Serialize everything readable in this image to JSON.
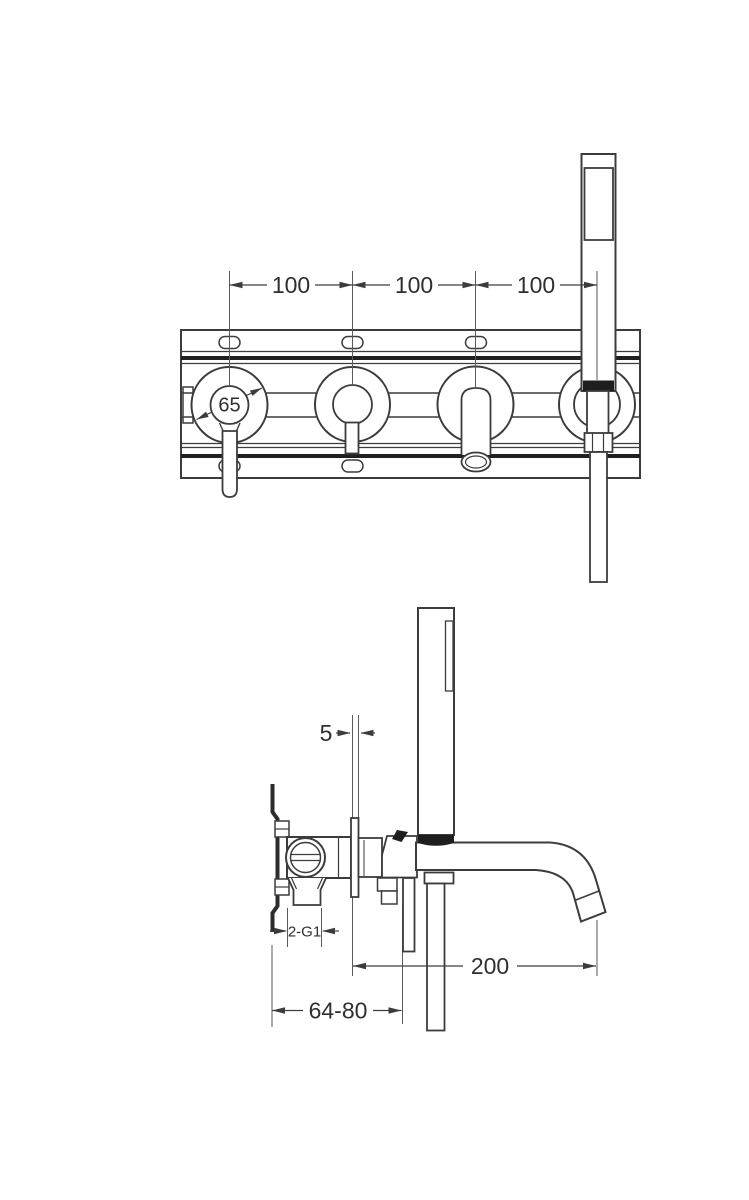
{
  "drawing": {
    "background": "#ffffff",
    "line_color": "#3c3c3c",
    "dark_accent_color": "#1e1e1e",
    "front_view": {
      "hole_spacing_dims": [
        "100",
        "100",
        "100"
      ],
      "escutcheon_diameter_label": "65"
    },
    "side_view": {
      "wall_plate_thickness_label": "5",
      "connection_ports_label": "2-G1",
      "spout_reach_label": "200",
      "installation_depth_label": "64-80"
    }
  }
}
